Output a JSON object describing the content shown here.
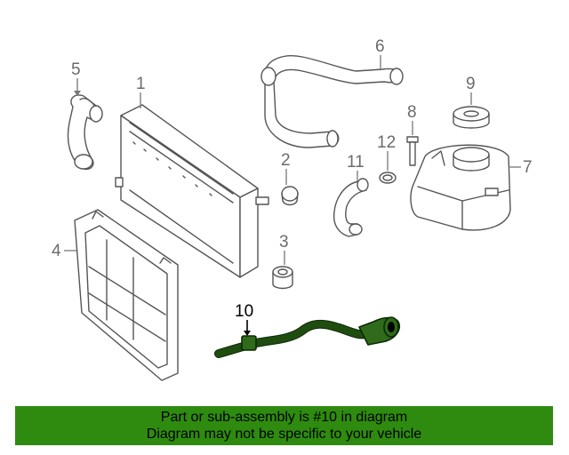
{
  "callouts": {
    "c1": "1",
    "c2": "2",
    "c3": "3",
    "c4": "4",
    "c5": "5",
    "c6": "6",
    "c7": "7",
    "c8": "8",
    "c9": "9",
    "c10": "10",
    "c11": "11",
    "c12": "12"
  },
  "highlighted_part": "10",
  "banner": {
    "line1": "Part or sub-assembly is #10 in diagram",
    "line2": "Diagram may not be specific to your vehicle"
  },
  "colors": {
    "banner_bg": "#2e8b0f",
    "highlight": "#2f6b1a"
  }
}
